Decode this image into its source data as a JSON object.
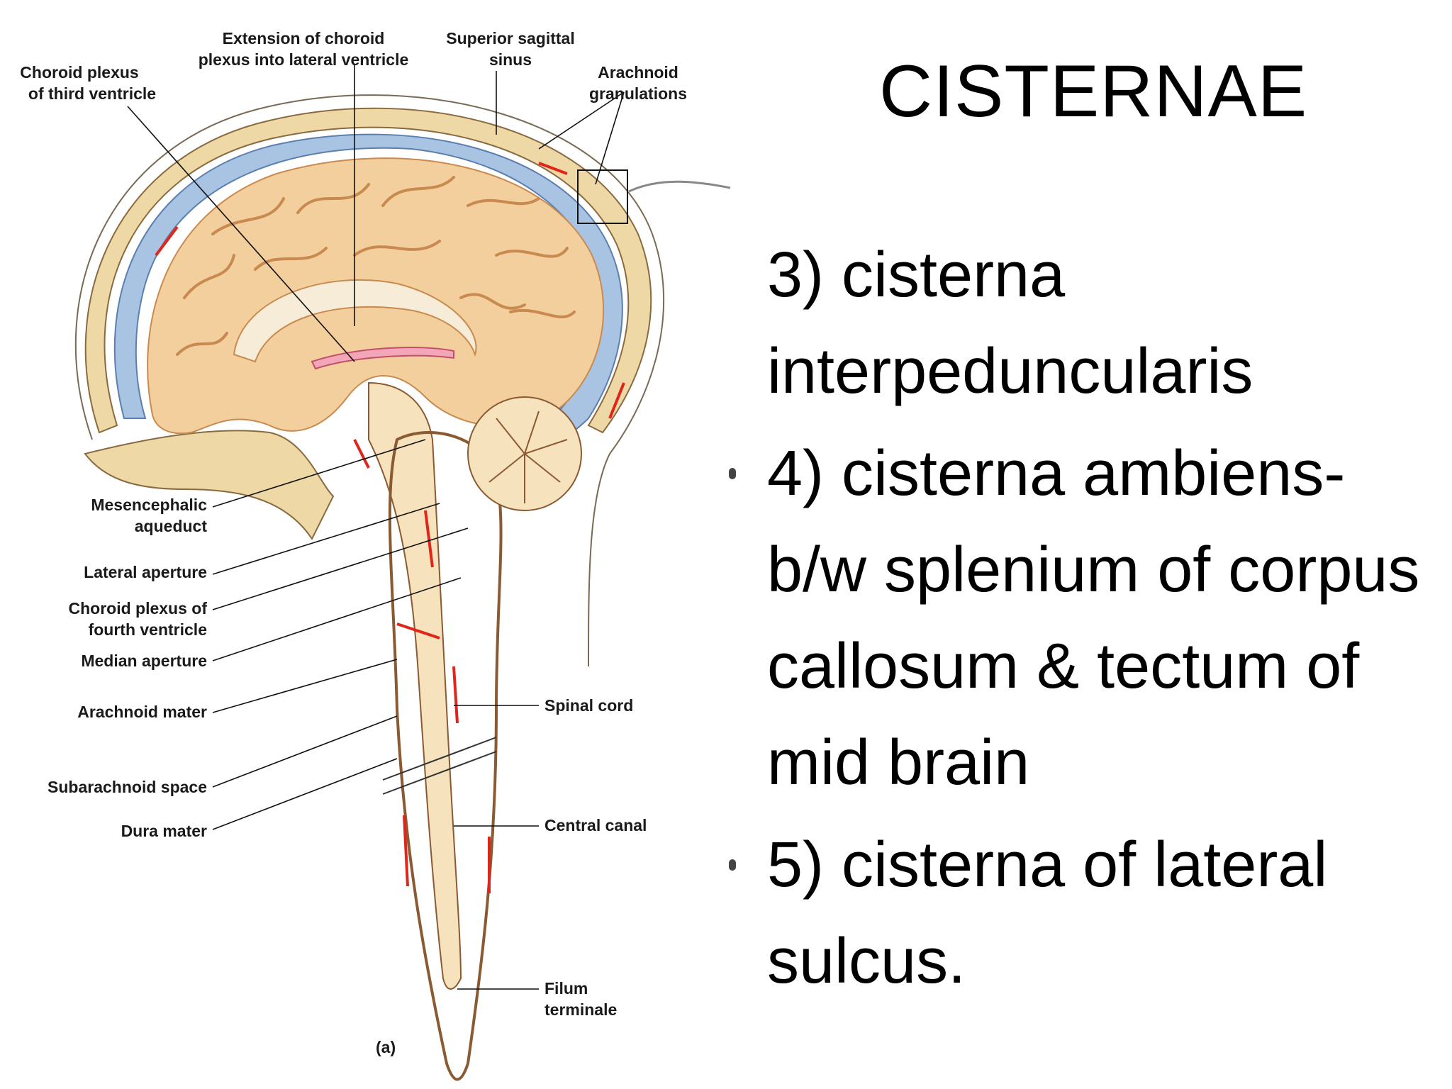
{
  "slide": {
    "title": "CISTERNAE",
    "points": [
      {
        "text": "3) cisterna interpeduncularis",
        "bullet_visible": false
      },
      {
        "text": "4) cisterna ambiens- b/w splenium of corpus callosum & tectum of mid brain",
        "bullet_visible": true
      },
      {
        "text": "5) cisterna of lateral sulcus.",
        "bullet_visible": true
      }
    ]
  },
  "figure": {
    "panel_label": "(a)",
    "labels": {
      "choroid_third": [
        "Choroid plexus",
        "of third ventricle"
      ],
      "extension_choroid": [
        "Extension of choroid",
        "plexus into lateral ventricle"
      ],
      "superior_sagittal": [
        "Superior sagittal",
        "sinus"
      ],
      "arachnoid_granulations": [
        "Arachnoid",
        "granulations"
      ],
      "mesencephalic": [
        "Mesencephalic",
        "aqueduct"
      ],
      "lateral_aperture": [
        "Lateral aperture"
      ],
      "choroid_fourth": [
        "Choroid plexus of",
        "fourth ventricle"
      ],
      "median_aperture": [
        "Median aperture"
      ],
      "arachnoid_mater": [
        "Arachnoid mater"
      ],
      "subarachnoid": [
        "Subarachnoid space"
      ],
      "dura_mater": [
        "Dura mater"
      ],
      "spinal_cord": [
        "Spinal cord"
      ],
      "central_canal": [
        "Central canal"
      ],
      "filum": [
        "Filum",
        "terminale"
      ]
    },
    "colors": {
      "skull": "#eed9a6",
      "dura": "#8a5a32",
      "csf": "#a9c4e2",
      "brain": "#f2cf9c",
      "brain_fold": "#c98a50",
      "arrow": "#e0261b"
    }
  }
}
